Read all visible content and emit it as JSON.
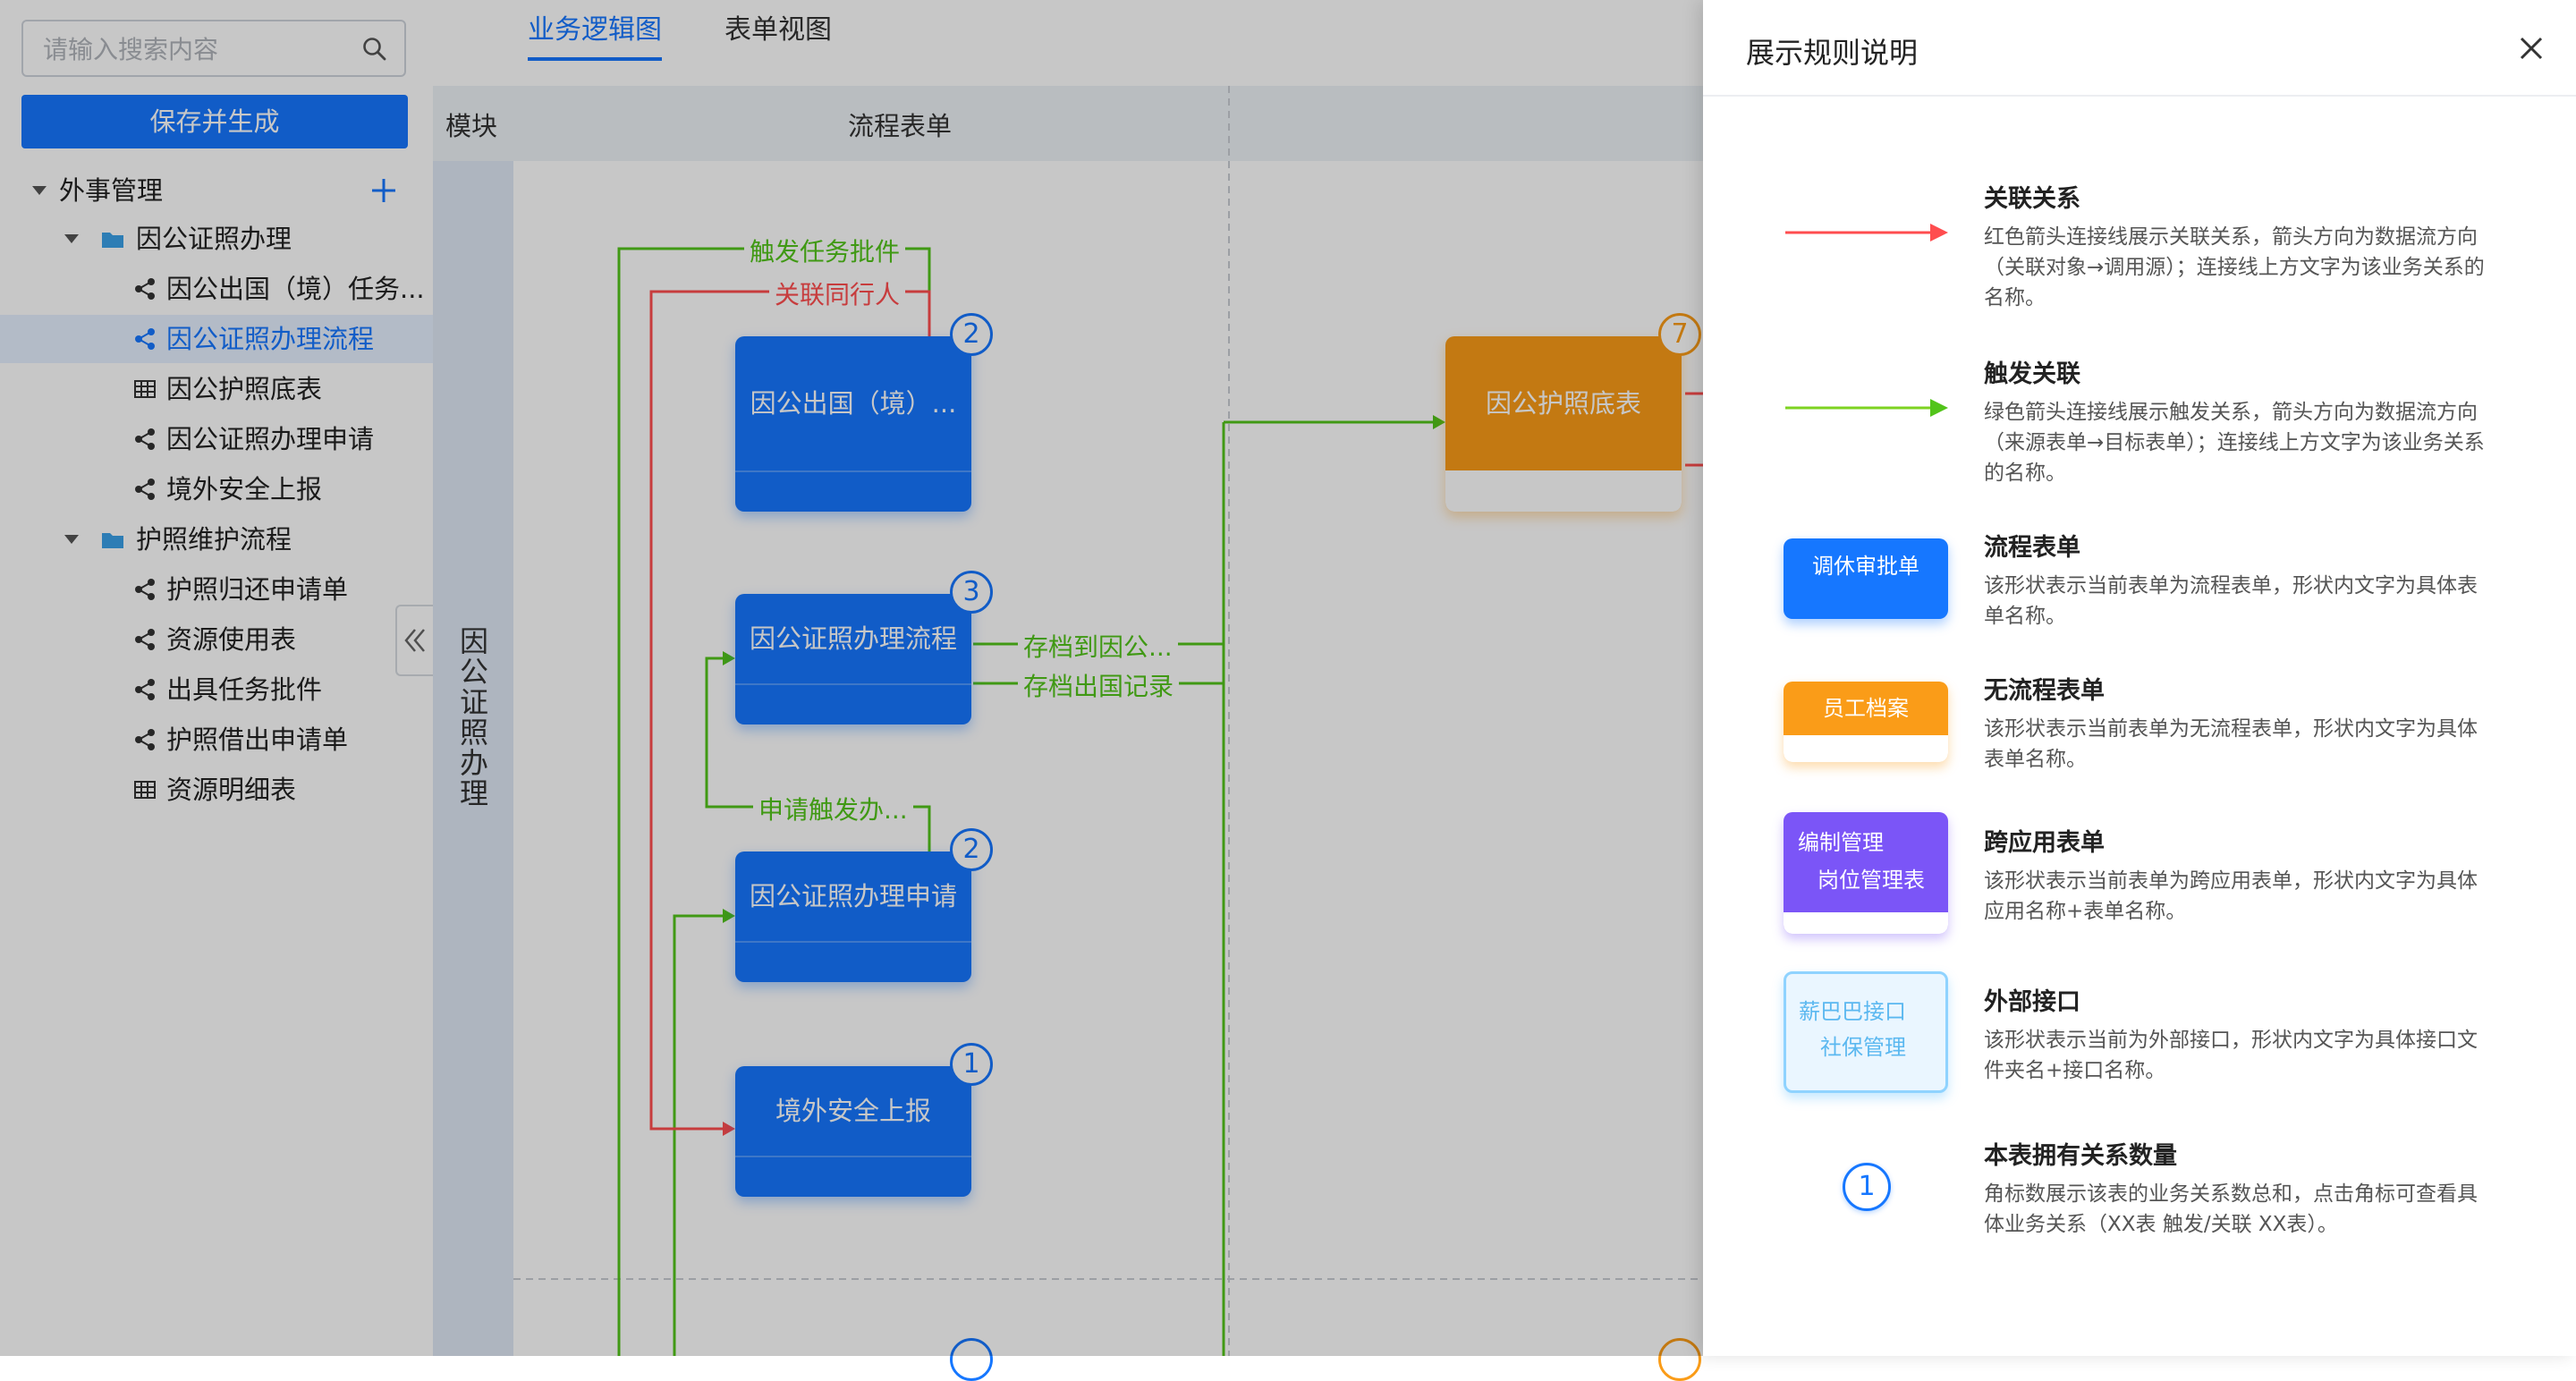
{
  "sidebar": {
    "search_placeholder": "请输入搜索内容",
    "save_button": "保存并生成",
    "tree": [
      {
        "label": "外事管理",
        "level": 0,
        "type": "root"
      },
      {
        "label": "因公证照办理",
        "level": 1,
        "type": "folder"
      },
      {
        "label": "因公出国（境）任务...",
        "level": 2,
        "type": "flow"
      },
      {
        "label": "因公证照办理流程",
        "level": 2,
        "type": "flow",
        "selected": true
      },
      {
        "label": "因公护照底表",
        "level": 2,
        "type": "table"
      },
      {
        "label": "因公证照办理申请",
        "level": 2,
        "type": "flow"
      },
      {
        "label": "境外安全上报",
        "level": 2,
        "type": "flow"
      },
      {
        "label": "护照维护流程",
        "level": 1,
        "type": "folder"
      },
      {
        "label": "护照归还申请单",
        "level": 2,
        "type": "flow"
      },
      {
        "label": "资源使用表",
        "level": 2,
        "type": "flow"
      },
      {
        "label": "出具任务批件",
        "level": 2,
        "type": "flow"
      },
      {
        "label": "护照借出申请单",
        "level": 2,
        "type": "flow"
      },
      {
        "label": "资源明细表",
        "level": 2,
        "type": "table"
      }
    ]
  },
  "main": {
    "tabs": [
      {
        "label": "业务逻辑图",
        "active": true
      },
      {
        "label": "表单视图",
        "active": false
      }
    ],
    "lane_header": {
      "module": "模块",
      "flow_form": "流程表单"
    },
    "module_name": "因公证照办理",
    "nodes": [
      {
        "title": "因公出国（境）...",
        "badge": "2",
        "color": "blue"
      },
      {
        "title": "因公证照办理流程",
        "badge": "3",
        "color": "blue"
      },
      {
        "title": "因公证照办理申请",
        "badge": "2",
        "color": "blue"
      },
      {
        "title": "境外安全上报",
        "badge": "1",
        "color": "blue"
      },
      {
        "title": "因公护照底表",
        "badge": "7",
        "color": "orange"
      }
    ],
    "edge_labels": {
      "trigger_approval": "触发任务批件",
      "related_companion": "关联同行人",
      "archive_to": "存档到因公...",
      "archive_record": "存档出国记录",
      "apply_trigger": "申请触发办..."
    }
  },
  "drawer": {
    "title": "展示规则说明",
    "rules": [
      {
        "title": "关联关系",
        "desc": "红色箭头连接线展示关联关系，箭头方向为数据流方向（关联对象→调用源）；连接线上方文字为该业务关系的名称。"
      },
      {
        "title": "触发关联",
        "desc": "绿色箭头连接线展示触发关系，箭头方向为数据流方向（来源表单→目标表单）；连接线上方文字为该业务关系的名称。"
      },
      {
        "title": "流程表单",
        "desc": "该形状表示当前表单为流程表单，形状内文字为具体表单名称。",
        "sample": "调休审批单"
      },
      {
        "title": "无流程表单",
        "desc": "该形状表示当前表单为无流程表单，形状内文字为具体表单名称。",
        "sample": "员工档案"
      },
      {
        "title": "跨应用表单",
        "desc": "该形状表示当前表单为跨应用表单，形状内文字为具体应用名称+表单名称。",
        "sample": "编制管理",
        "sample_sub": "岗位管理表"
      },
      {
        "title": "外部接口",
        "desc": "该形状表示当前为外部接口，形状内文字为具体接口文件夹名+接口名称。",
        "sample": "薪巴巴接口",
        "sample_sub": "社保管理"
      },
      {
        "title": "本表拥有关系数量",
        "desc": "角标数展示该表的业务关系数总和，点击角标可查看具体业务关系（XX表 触发/关联 XX表）。",
        "sample": "1"
      }
    ]
  },
  "colors": {
    "primary": "#1677ff",
    "orange": "#fa9c18",
    "purple": "#7b55f7",
    "green_edge": "#52c41a",
    "red_edge": "#ff4d4f"
  }
}
